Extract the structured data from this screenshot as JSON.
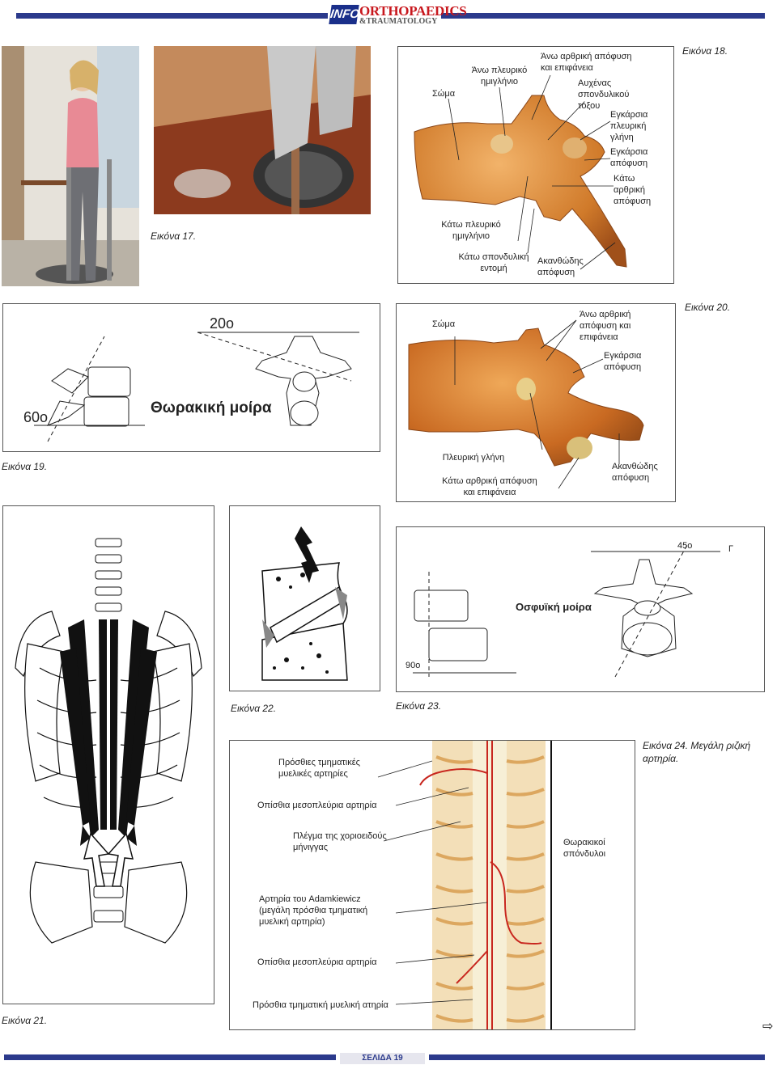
{
  "header": {
    "logo_info": "INFO",
    "logo_ortho": "ORTHOPAEDICS",
    "logo_trauma": "&TRAUMATOLOGY"
  },
  "fig17": {
    "caption": "Εικόνα 17."
  },
  "fig18": {
    "caption": "Εικόνα 18.",
    "labels": {
      "body": "Σώμα",
      "upper_costal_hemifacet": "Άνω πλευρικό ημιγλήνιο",
      "upper_articular": "Άνω αρθρική απόφυση και επιφάνεια",
      "pedicle": "Αυχένας σπονδυλικού τόξου",
      "transverse_costal": "Εγκάρσια πλευρική γλήνη",
      "transverse": "Εγκάρσια απόφυση",
      "lower_articular": "Κάτω αρθρική απόφυση",
      "lower_costal_hemifacet": "Κάτω πλευρικό ημιγλήνιο",
      "lower_notch": "Κάτω σπονδυλική εντομή",
      "spinous": "Ακανθώδης απόφυση"
    }
  },
  "fig19": {
    "caption": "Εικόνα 19.",
    "angle1": "20ο",
    "angle2": "60ο",
    "title": "Θωρακική μοίρα"
  },
  "fig20": {
    "caption": "Εικόνα 20.",
    "labels": {
      "body": "Σώμα",
      "upper_articular": "Άνω αρθρική απόφυση και επιφάνεια",
      "transverse": "Εγκάρσια απόφυση",
      "costal_facet": "Πλευρική γλήνη",
      "lower_articular": "Κάτω αρθρική απόφυση και επιφάνεια",
      "spinous": "Ακανθώδης απόφυση"
    }
  },
  "fig21": {
    "caption": "Εικόνα 21."
  },
  "fig22": {
    "caption": "Εικόνα 22."
  },
  "fig23": {
    "caption": "Εικόνα 23.",
    "angle1": "45ο",
    "angle2": "90ο",
    "edge": "Γ",
    "title": "Οσφυϊκή μοίρα"
  },
  "fig24": {
    "caption_num": "Εικόνα 24.",
    "caption_text": "Μεγάλη ριζική αρτηρία.",
    "labels": {
      "anterior_segmental": "Πρόσθιες τμηματικές μυελικές αρτηρίες",
      "posterior_intercostal_1": "Οπίσθια μεσοπλεύρια αρτηρία",
      "choroid_plexus": "Πλέγμα της χοριοειδούς μήνιγγας",
      "thoracic_vertebrae": "Θωρακικοί σπόνδυλοι",
      "adamkiewicz": "Αρτηρία του Adamkiewicz (μεγάλη πρόσθια τμηματική μυελική αρτηρία)",
      "posterior_intercostal_2": "Οπίσθια μεσοπλεύρια αρτηρία",
      "anterior_segmental_2": "Πρόσθια τμηματική μυελική ατηρία"
    }
  },
  "footer": {
    "page_label": "ΣΕΛΙΔΑ 19",
    "next_arrow": "⇨"
  }
}
